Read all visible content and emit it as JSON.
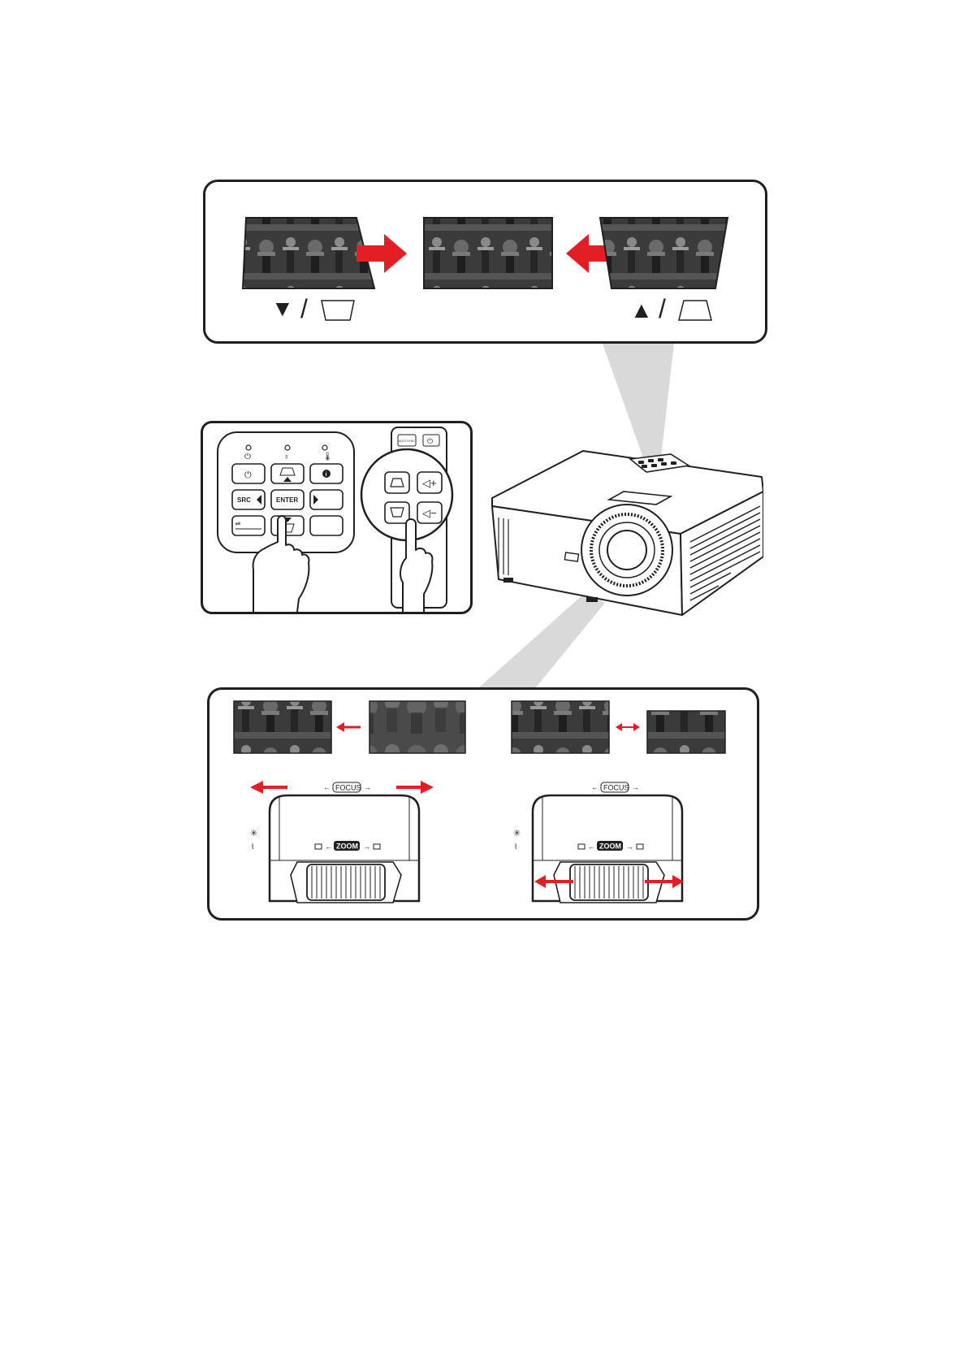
{
  "colors": {
    "outline": "#231f20",
    "accent_red": "#e31e24",
    "beam_gray": "#d9d9d9",
    "photo_dark": "#3b3b3b"
  },
  "keystone": {
    "left_symbol": "▼",
    "right_symbol": "▲",
    "separator": "/"
  },
  "control_panel": {
    "keys": {
      "power": "⏻",
      "info": "i",
      "source": "SRC",
      "enter": "ENTER",
      "play": "⏯"
    }
  },
  "remote": {
    "top_button": "AUTO SYNC"
  },
  "focus_zoom": {
    "focus_label": "FOCUS",
    "zoom_label": "ZOOM",
    "left_arrow": "←",
    "right_arrow": "→"
  },
  "icons": {
    "keystone_down": "trapezoid-wide-bottom-icon",
    "keystone_up": "trapezoid-wide-top-icon",
    "volume": "speaker-icon",
    "power": "power-icon",
    "finger": "pointing-hand-icon"
  }
}
